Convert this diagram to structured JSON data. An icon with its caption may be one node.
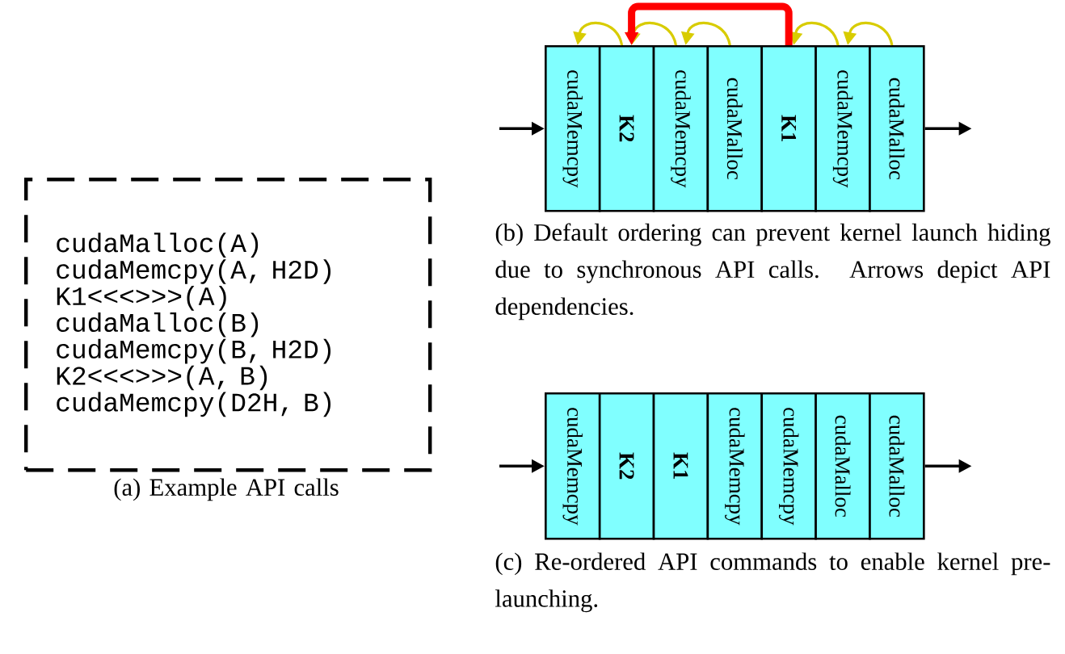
{
  "diagram": {
    "nodes": [
      {
        "text": [
          "cudaMalloc(A)",
          "cudaMemcpy(A, H2D)",
          "K1<<<>>>(A)",
          "cudaMalloc(B)",
          "cudaMemcpy(B, H2D)",
          "K2<<<>>>(A, B)",
          "cudaMemcpy(D2H, B)"
        ]
      },
      {
        "text": [
          "cudaMemcpy"
        ]
      },
      {
        "text": [
          "K2"
        ]
      },
      {
        "text": [
          "cudaMemcpy"
        ]
      },
      {
        "text": [
          "cudaMalloc"
        ]
      },
      {
        "text": [
          "K1"
        ]
      },
      {
        "text": [
          "cudaMemcpy"
        ]
      },
      {
        "text": [
          "cudaMalloc"
        ]
      },
      {
        "text": [
          "cudaMemcpy"
        ]
      },
      {
        "text": [
          "K2"
        ]
      },
      {
        "text": [
          "K1"
        ]
      },
      {
        "text": [
          "cudaMemcpy"
        ]
      },
      {
        "text": [
          "cudaMemcpy"
        ]
      },
      {
        "text": [
          "cudaMalloc"
        ]
      },
      {
        "text": [
          "cudaMalloc"
        ]
      }
    ],
    "edges": [
      {
        "from": null,
        "to": 1,
        "arrow": "to",
        "color": "#000000"
      },
      {
        "from": 7,
        "to": null,
        "arrow": "to",
        "color": "#000000"
      },
      {
        "from": 2,
        "to": 1,
        "arrow": "to"
      },
      {
        "from": 3,
        "to": 2,
        "arrow": "to"
      },
      {
        "from": 4,
        "to": 3,
        "arrow": "to"
      },
      {
        "from": 6,
        "to": 5,
        "arrow": "to"
      },
      {
        "from": 7,
        "to": 6,
        "arrow": "to"
      },
      {
        "from": 5,
        "to": 2,
        "arrow": "to",
        "style": "thick",
        "color": "#ff0000"
      },
      {
        "from": null,
        "to": 8,
        "arrow": "to",
        "color": "#000000"
      },
      {
        "from": 14,
        "to": null,
        "arrow": "to",
        "color": "#000000"
      }
    ],
    "labels": [
      "(a) Example API calls",
      "(b) Default ordering can prevent kernel launch hiding due to synchronous API calls. Arrows depict API dependencies.",
      "(c) Re-ordered API commands to enable kernel pre-launching."
    ]
  }
}
